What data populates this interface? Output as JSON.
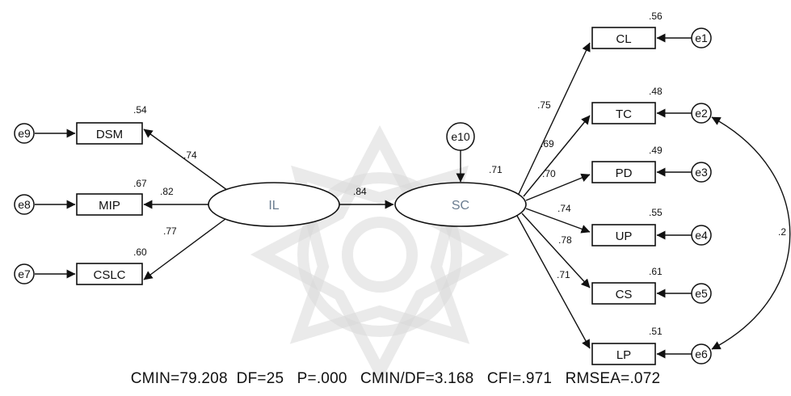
{
  "observed": {
    "DSM": "DSM",
    "MIP": "MIP",
    "CSLC": "CSLC",
    "CL": "CL",
    "TC": "TC",
    "PD": "PD",
    "UP": "UP",
    "CS": "CS",
    "LP": "LP"
  },
  "latent": {
    "IL": "IL",
    "SC": "SC"
  },
  "errors": {
    "e1": "e1",
    "e2": "e2",
    "e3": "e3",
    "e4": "e4",
    "e5": "e5",
    "e6": "e6",
    "e7": "e7",
    "e8": "e8",
    "e9": "e9",
    "e10": "e10"
  },
  "loadings": {
    "IL_DSM": ".74",
    "IL_MIP": ".82",
    "IL_CSLC": ".77",
    "IL_SC": ".84",
    "SC_CL": ".75",
    "SC_TC": ".69",
    "SC_PD": ".70",
    "SC_UP": ".74",
    "SC_CS": ".78",
    "SC_LP": ".71"
  },
  "r_squared": {
    "DSM": ".54",
    "MIP": ".67",
    "CSLC": ".60",
    "SC": ".71",
    "CL": ".56",
    "TC": ".48",
    "PD": ".49",
    "UP": ".55",
    "CS": ".61",
    "LP": ".51"
  },
  "correlations": {
    "e2_e6": ".2"
  },
  "fit_indices": "CMIN=79.208  DF=25   P=.000   CMIN/DF=3.168   CFI=.971   RMSEA=.072"
}
